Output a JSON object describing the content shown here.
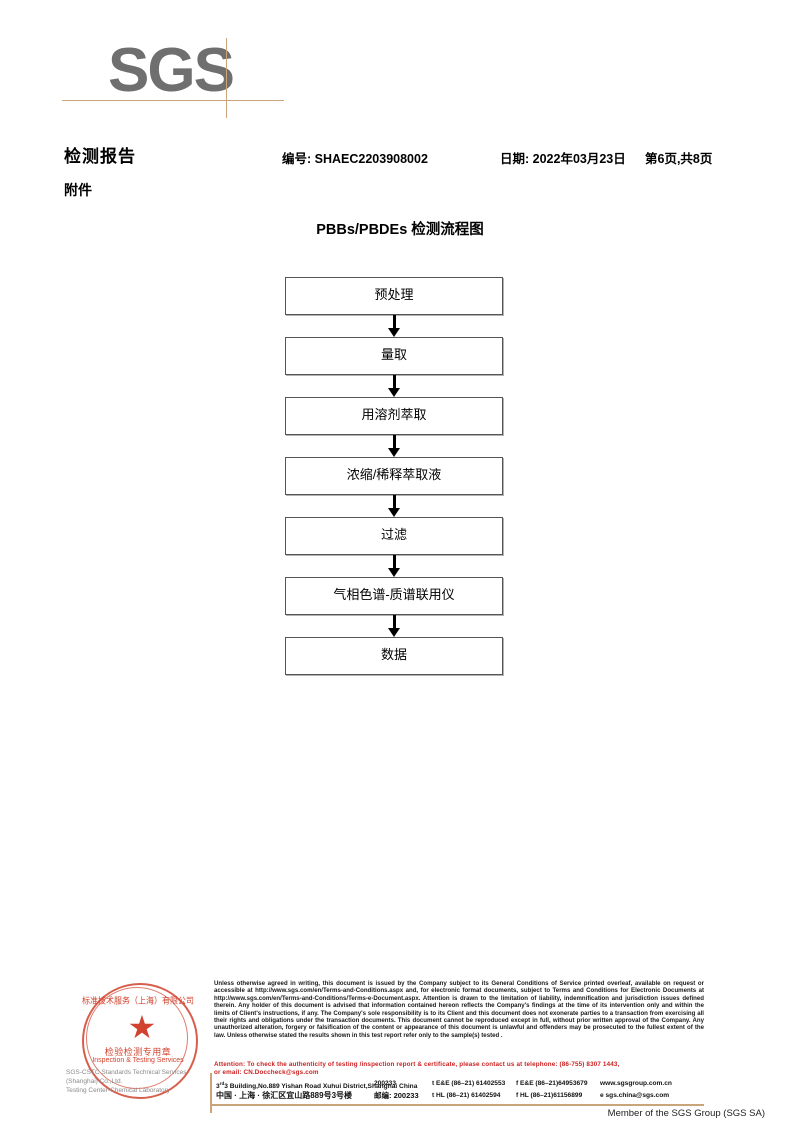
{
  "brand": {
    "logo_text": "SGS",
    "member_line": "Member of the SGS Group (SGS SA)"
  },
  "header": {
    "doc_title": "检测报告",
    "attachment_label": "附件",
    "report_no": "编号: SHAEC2203908002",
    "report_date": "日期: 2022年03月23日",
    "page_no": "第6页,共8页"
  },
  "flowchart": {
    "title": "PBBs/PBDEs 检测流程图",
    "steps": [
      {
        "label": "预处理"
      },
      {
        "label": "量取"
      },
      {
        "label": "用溶剂萃取"
      },
      {
        "label": "浓缩/稀释萃取液"
      },
      {
        "label": "过滤"
      },
      {
        "label": "气相色谱-质谱联用仪"
      },
      {
        "label": "数据"
      }
    ]
  },
  "stamp": {
    "arc_text": "标准技术服务（上海）有限公司",
    "cn_text": "检验检测专用章",
    "en_text": "Inspection & Testing Services",
    "company_line1": "SGS-CSTC Standards Technical Services (Shanghai) Co.,Ltd.",
    "company_line2": "Testing Center-Chemical Laboratory"
  },
  "footer": {
    "legal_text": "Unless otherwise agreed in writing, this document is issued by the Company subject to its General Conditions of Service printed overleaf, available on request or accessible at http://www.sgs.com/en/Terms-and-Conditions.aspx and, for electronic format documents, subject to Terms and Conditions for Electronic Documents at http://www.sgs.com/en/Terms-and-Conditions/Terms-e-Document.aspx. Attention is drawn to the limitation of liability, indemnification and jurisdiction issues defined therein. Any holder of this document is advised that information contained hereon reflects the Company's findings at the time of its intervention only and within the limits of Client's instructions, if any. The Company's sole responsibility is to its Client and this document does not exonerate parties to a transaction from exercising all their rights and obligations under the transaction documents. This document cannot be reproduced except in full, without prior written approval of the Company. Any unauthorized alteration, forgery or falsification of the content or appearance of this document is unlawful and offenders may be prosecuted to the fullest extent of the law. Unless otherwise stated the results shown in this test report refer only to the sample(s) tested .",
    "attention_line1": "Attention: To check the authenticity of testing /inspection report & certificate, please contact us at telephone: (86-755) 8307 1443,",
    "attention_line2": "or email: CN.Doccheck@sgs.com",
    "address_en": "3 Building,No.889 Yishan Road Xuhui District,Shanghai China",
    "address_en_sup": "rd",
    "address_cn": "中国 · 上海 · 徐汇区宜山路889号3号楼",
    "postcode_en": "200233",
    "postcode_cn_label": "邮编:",
    "postcode_cn": "200233",
    "tel_ee": "t E&E (86–21) 61402553",
    "fax_ee": "f E&E (86–21)64953679",
    "website": "www.sgsgroup.com.cn",
    "tel_hl": "t HL (86–21) 61402594",
    "fax_hl": "f HL (86–21)61156899",
    "email": "e  sgs.china@sgs.com"
  }
}
